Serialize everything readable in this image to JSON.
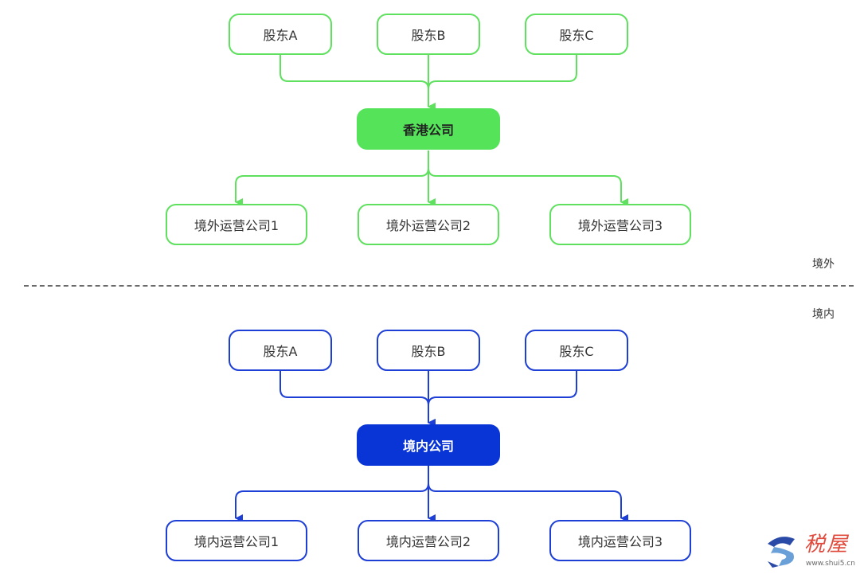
{
  "colors": {
    "overseas": "#5fe05f",
    "overseas_fill": "#55e35a",
    "domestic": "#1d3fd6",
    "domestic_fill": "#0a35d6",
    "divider": "#6a6a6a"
  },
  "overseas": {
    "shareholders": [
      "股东A",
      "股东B",
      "股东C"
    ],
    "hub": "香港公司",
    "operating": [
      "境外运营公司1",
      "境外运营公司2",
      "境外运营公司3"
    ]
  },
  "domestic": {
    "shareholders": [
      "股东A",
      "股东B",
      "股东C"
    ],
    "hub": "境内公司",
    "operating": [
      "境内运营公司1",
      "境内运营公司2",
      "境内运营公司3"
    ]
  },
  "regions": {
    "above": "境外",
    "below": "境内"
  },
  "watermark": {
    "text": "税屋",
    "url": "www.shui5.cn"
  }
}
